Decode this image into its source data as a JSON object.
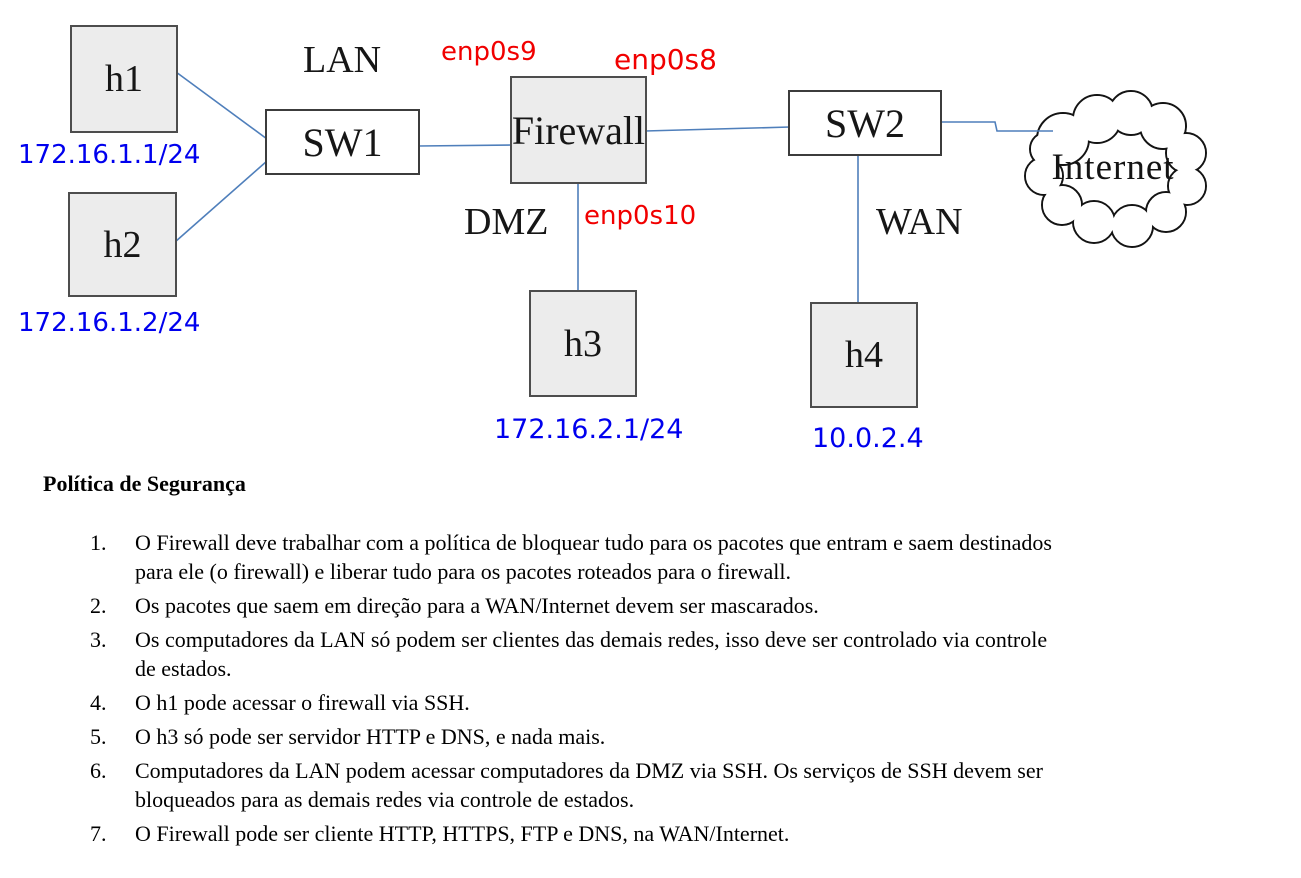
{
  "diagram": {
    "nodes": {
      "h1": {
        "label": "h1",
        "ip": "172.16.1.1/24"
      },
      "h2": {
        "label": "h2",
        "ip": "172.16.1.2/24"
      },
      "h3": {
        "label": "h3",
        "ip": "172.16.2.1/24"
      },
      "h4": {
        "label": "h4",
        "ip": "10.0.2.4"
      },
      "sw1": {
        "label": "SW1"
      },
      "sw2": {
        "label": "SW2"
      },
      "firewall": {
        "label": "Firewall"
      },
      "internet": {
        "label": "Internet"
      }
    },
    "zones": {
      "lan": "LAN",
      "dmz": "DMZ",
      "wan": "WAN"
    },
    "interfaces": {
      "enp0s9": "enp0s9",
      "enp0s8": "enp0s8",
      "enp0s10": "enp0s10"
    },
    "colors": {
      "link_blue": "#4f7fbb",
      "interface_red": "#f10000",
      "ip_blue": "#0000ee",
      "host_fill": "#ececec",
      "switch_fill": "#ffffff"
    }
  },
  "policy": {
    "heading": "Política de Segurança",
    "items": [
      {
        "num": "1.",
        "text": "O Firewall deve trabalhar com a política de bloquear tudo para os pacotes que entram e saem destinados\npara ele (o firewall) e liberar tudo para os pacotes roteados para o firewall."
      },
      {
        "num": "2.",
        "text": "Os pacotes que saem em direção para a WAN/Internet devem ser mascarados."
      },
      {
        "num": "3.",
        "text": "Os computadores da LAN só podem ser clientes das demais redes, isso deve ser controlado via controle\nde estados."
      },
      {
        "num": "4.",
        "text": "O h1 pode acessar o firewall via SSH."
      },
      {
        "num": "5.",
        "text": "O h3 só pode ser servidor HTTP e DNS, e nada mais."
      },
      {
        "num": "6.",
        "text": "Computadores da LAN podem acessar computadores da DMZ via SSH. Os serviços de SSH devem ser\nbloqueados para as demais redes via controle de estados."
      },
      {
        "num": "7.",
        "text": "O Firewall pode ser cliente HTTP, HTTPS, FTP e DNS, na WAN/Internet."
      }
    ]
  }
}
